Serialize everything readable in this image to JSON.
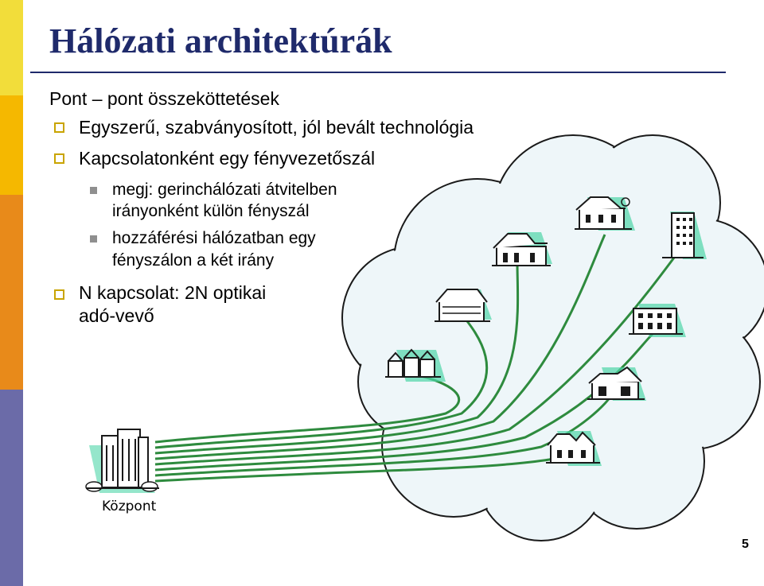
{
  "slide": {
    "title": "Hálózati architektúrák",
    "subtitle": "Pont – pont összeköttetések",
    "bullets": [
      "Egyszerű, szabványosított, jól bevált technológia",
      "Kapcsolatonként egy fényvezetőszál"
    ],
    "sub_bullets": [
      {
        "line1": "megj: gerinchálózati átvitelben",
        "line2": "irányonként külön fényszál"
      },
      {
        "line1": "hozzáférési hálózatban egy",
        "line2": "fényszálon a két irány"
      }
    ],
    "last_bullet": {
      "line1": "N kapcsolat: 2N optikai",
      "line2": "adó-vevő"
    },
    "page_number": "5"
  },
  "diagram": {
    "center_label": "Központ",
    "colors": {
      "fiber": "#2e8b3e",
      "cloud_fill": "#eef6f9",
      "cloud_stroke": "#1a1a1a",
      "building_shadow": "#4fd6a8"
    }
  },
  "colors": {
    "title": "#1f2a6b",
    "bullet_outline": "#c9a400",
    "sidebar": [
      "#f0d800",
      "#f4a000",
      "#e07818",
      "#6a6aaa",
      "#4a4a8c"
    ]
  }
}
